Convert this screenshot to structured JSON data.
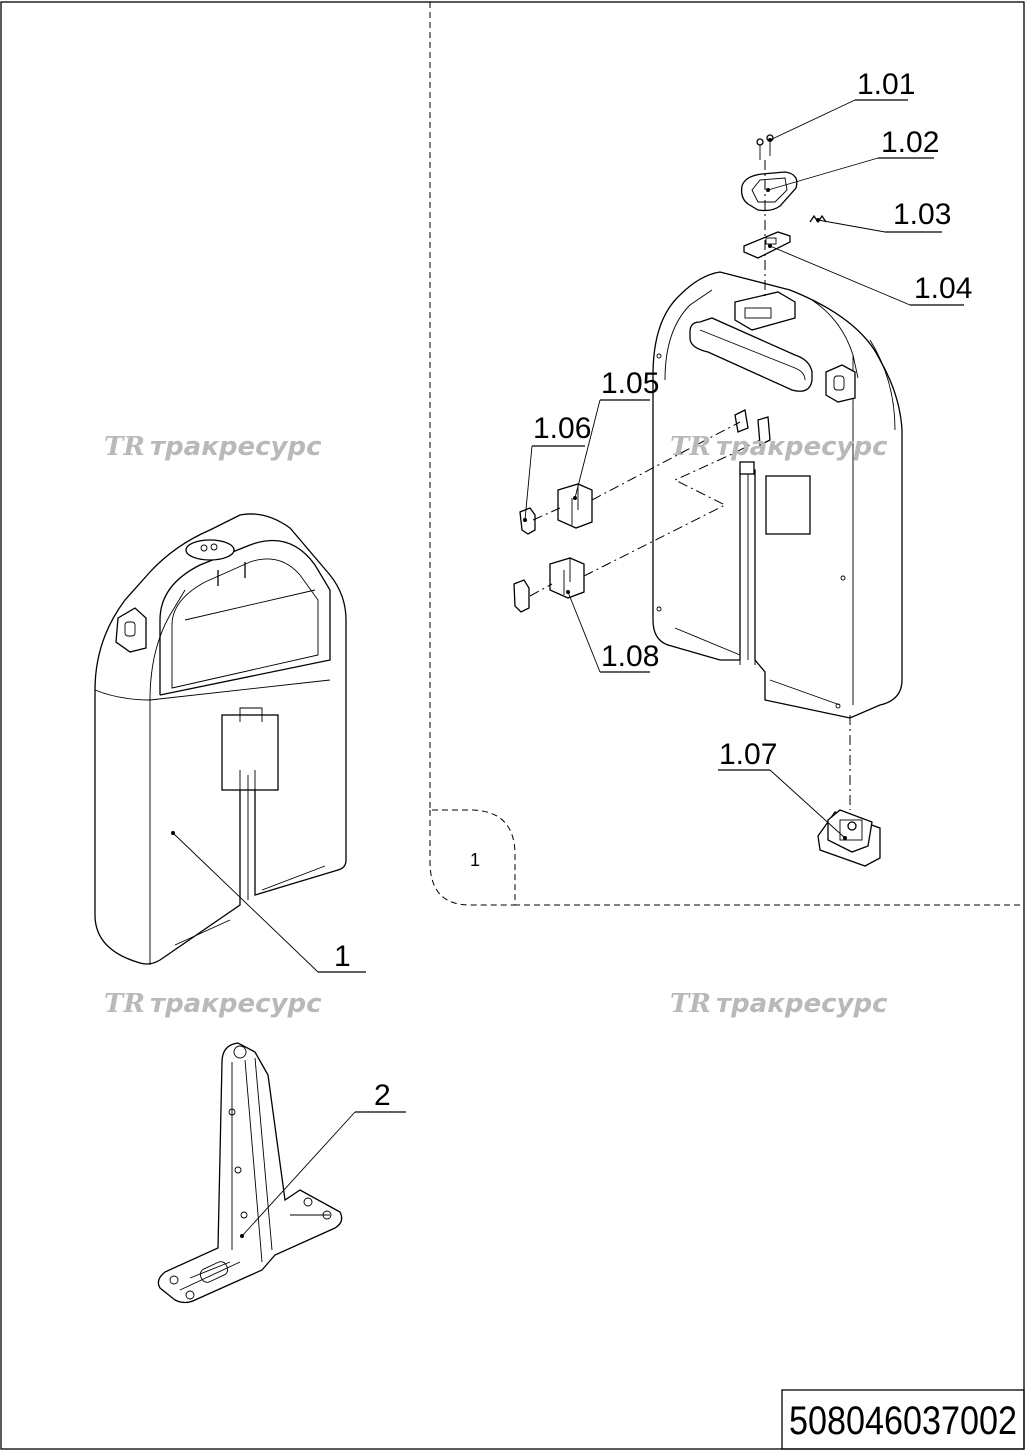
{
  "drawing": {
    "document_number": "508046037002",
    "detail_view_label": "1",
    "watermark_logo": "TR",
    "watermark_text": "тракресурс"
  },
  "callouts": {
    "c101": "1.01",
    "c102": "1.02",
    "c103": "1.03",
    "c104": "1.04",
    "c105": "1.05",
    "c106": "1.06",
    "c107": "1.07",
    "c108": "1.08",
    "c1": "1",
    "c2": "2"
  }
}
